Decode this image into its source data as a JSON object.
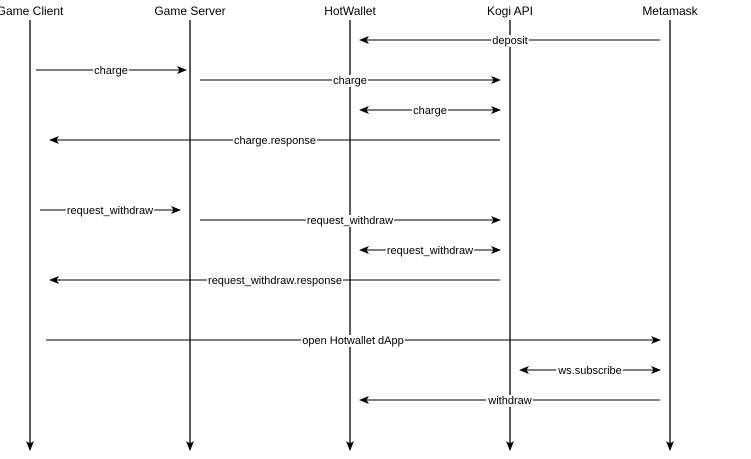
{
  "actors": [
    {
      "id": "game-client",
      "label": "Game Client"
    },
    {
      "id": "game-server",
      "label": "Game Server"
    },
    {
      "id": "hotwallet",
      "label": "HotWallet"
    },
    {
      "id": "kogi-api",
      "label": "Kogi API"
    },
    {
      "id": "metamask",
      "label": "Metamask"
    }
  ],
  "messages": [
    {
      "from": "metamask",
      "to": "hotwallet",
      "label": "deposit",
      "bidirectional": false
    },
    {
      "from": "game-client",
      "to": "game-server",
      "label": "charge",
      "bidirectional": false
    },
    {
      "from": "game-server",
      "to": "kogi-api",
      "label": "charge",
      "bidirectional": false
    },
    {
      "from": "hotwallet",
      "to": "kogi-api",
      "label": "charge",
      "bidirectional": true
    },
    {
      "from": "kogi-api",
      "to": "game-client",
      "label": "charge.response",
      "bidirectional": false
    },
    {
      "from": "game-client",
      "to": "game-server",
      "label": "request_withdraw",
      "bidirectional": false
    },
    {
      "from": "game-server",
      "to": "kogi-api",
      "label": "request_withdraw",
      "bidirectional": false
    },
    {
      "from": "hotwallet",
      "to": "kogi-api",
      "label": "request_withdraw",
      "bidirectional": true
    },
    {
      "from": "kogi-api",
      "to": "game-client",
      "label": "request_withdraw.response",
      "bidirectional": false
    },
    {
      "from": "game-client",
      "to": "metamask",
      "label": "open Hotwallet dApp",
      "bidirectional": false
    },
    {
      "from": "kogi-api",
      "to": "metamask",
      "label": "ws.subscribe",
      "bidirectional": true
    },
    {
      "from": "metamask",
      "to": "hotwallet",
      "label": "withdraw",
      "bidirectional": false
    }
  ]
}
